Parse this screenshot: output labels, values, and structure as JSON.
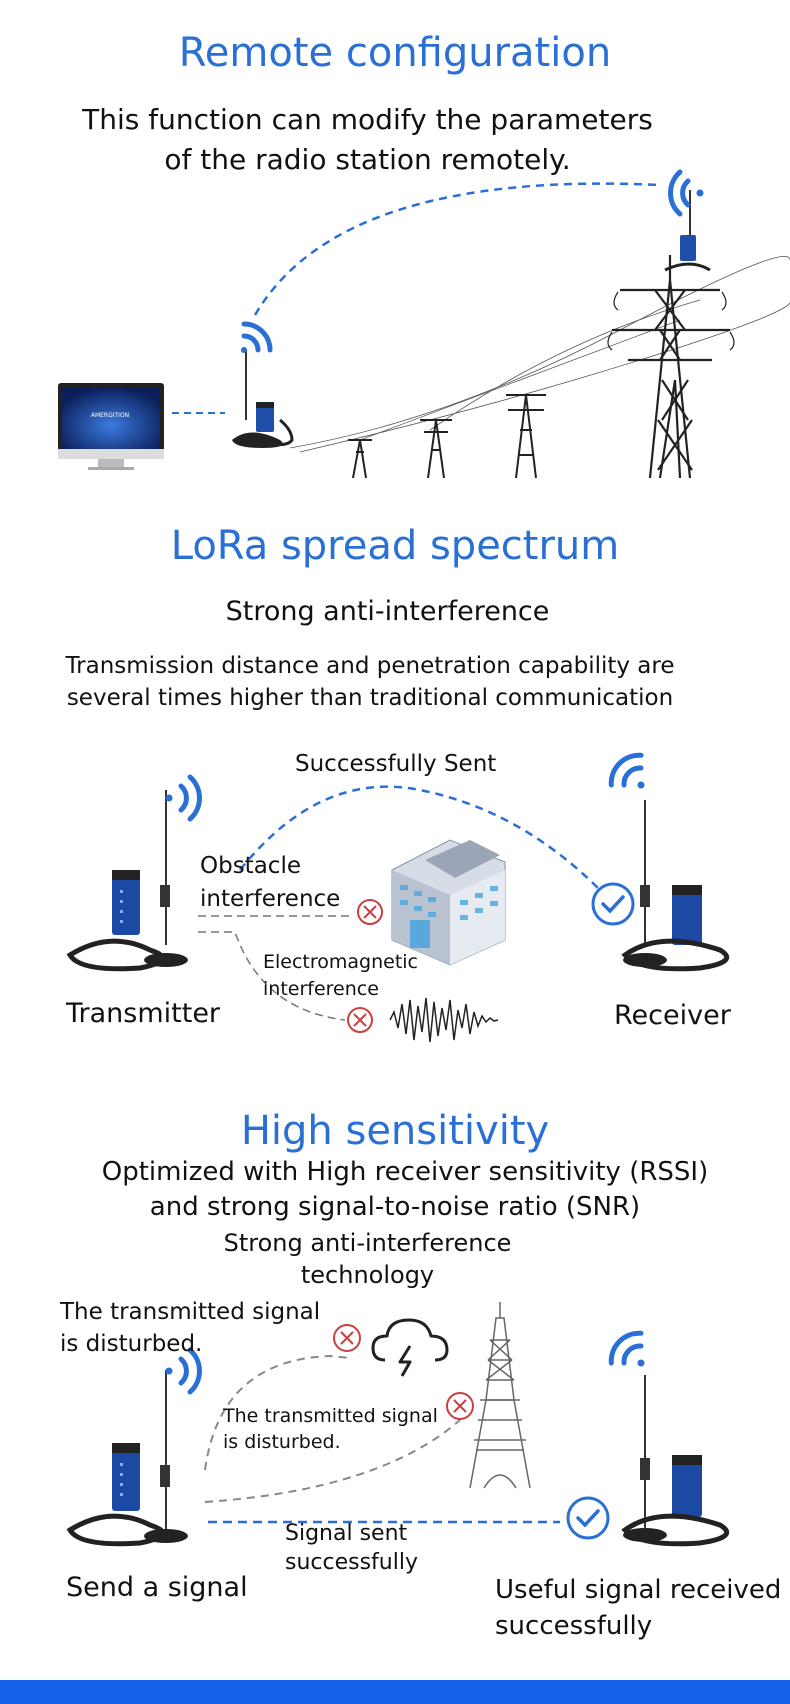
{
  "section1": {
    "title": "Remote configuration",
    "subtitle_line1": "This function can modify the parameters",
    "subtitle_line2": "of the radio station remotely.",
    "monitor_logo": "AMERGITION"
  },
  "section2": {
    "title": "LoRa spread spectrum",
    "subtitle": "Strong anti-interference",
    "desc_line1": "Transmission distance and penetration capability are",
    "desc_line2": "several times higher than traditional communication",
    "sent_label": "Successfully Sent",
    "obstacle_line1": "Obstacle",
    "obstacle_line2": "interference",
    "em_line1": "Electromagnetic",
    "em_line2": "interference",
    "transmitter": "Transmitter",
    "receiver": "Receiver"
  },
  "section3": {
    "title": "High sensitivity",
    "desc_line1": "Optimized with High receiver sensitivity (RSSI)",
    "desc_line2": "and strong signal-to-noise ratio (SNR)",
    "tech_line1": "Strong anti-interference",
    "tech_line2": "technology",
    "disturbed_top_line1": "The transmitted signal",
    "disturbed_top_line2": "is disturbed.",
    "disturbed_mid_line1": "The transmitted signal",
    "disturbed_mid_line2": "is disturbed.",
    "sent_line1": "Signal sent",
    "sent_line2": "successfully",
    "send_label": "Send a signal",
    "received_line1": "Useful signal received",
    "received_line2": "successfully"
  },
  "colors": {
    "accent": "#2a6fd6",
    "dash_blue": "#2a6fd6",
    "error_red": "#c94040",
    "bottom_bar": "#1560e8"
  }
}
